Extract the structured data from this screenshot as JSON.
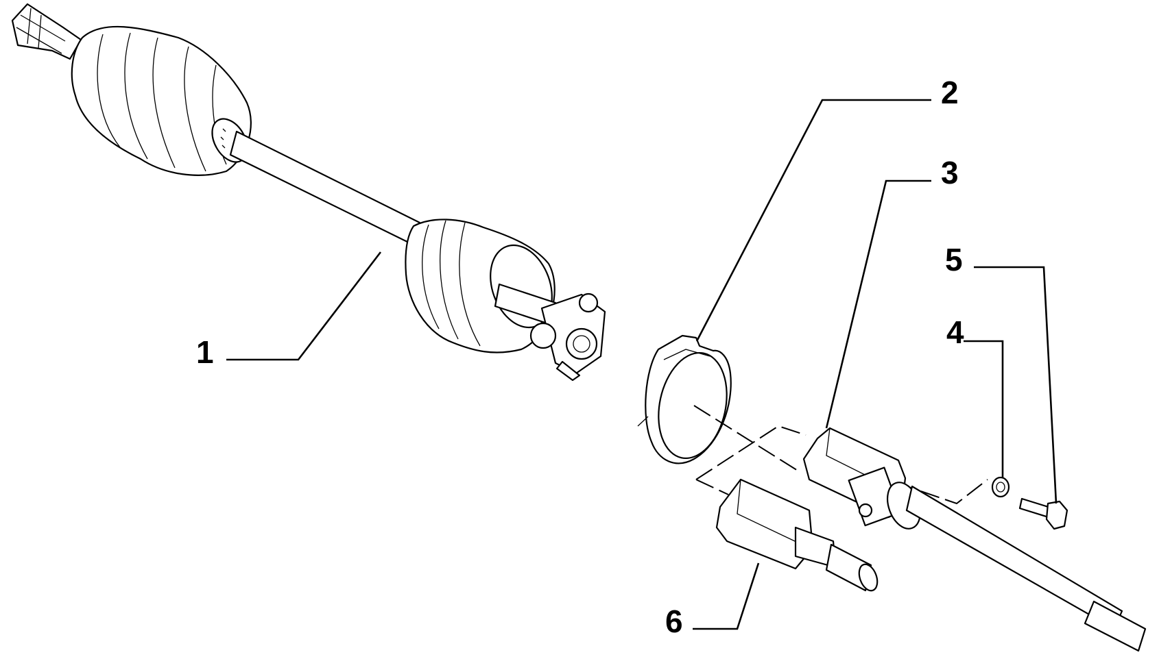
{
  "diagram": {
    "callouts": [
      {
        "id": "1",
        "label": "1"
      },
      {
        "id": "2",
        "label": "2"
      },
      {
        "id": "3",
        "label": "3"
      },
      {
        "id": "4",
        "label": "4"
      },
      {
        "id": "5",
        "label": "5"
      },
      {
        "id": "6",
        "label": "6"
      }
    ],
    "colors": {
      "ink": "#000000",
      "background": "#ffffff"
    }
  }
}
